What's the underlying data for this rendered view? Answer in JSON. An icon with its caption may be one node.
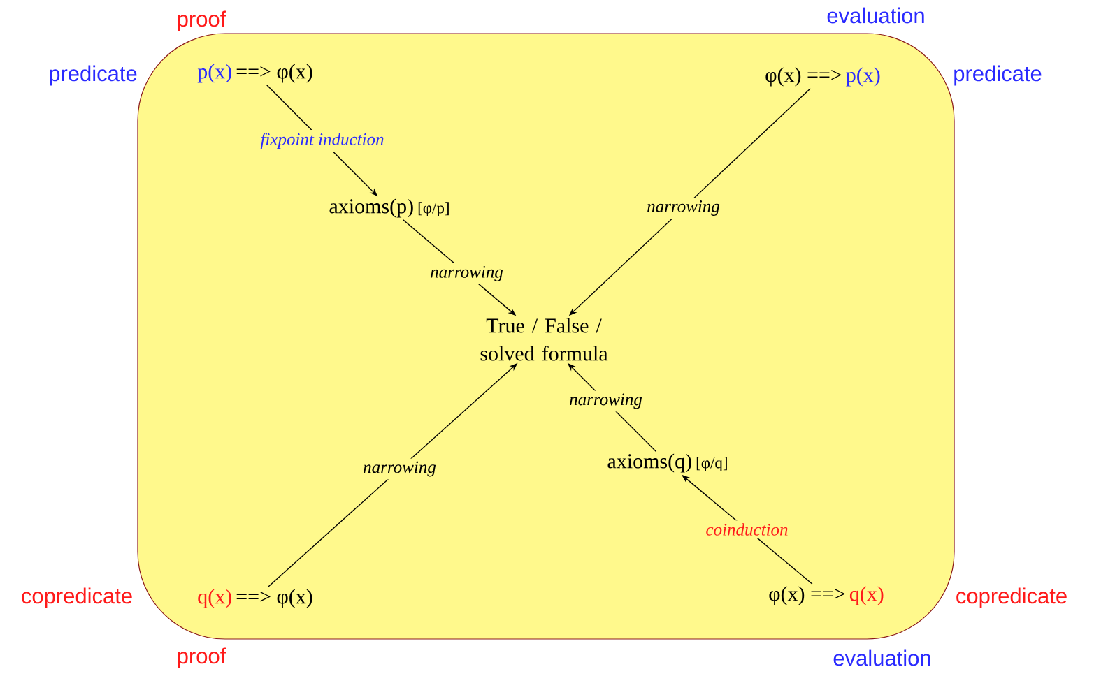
{
  "diagram": {
    "nodes": [
      {
        "text": [],
        "shape": "box"
      },
      {
        "text": [
          "p(x)",
          "==> φ(x)"
        ],
        "in": 0
      },
      {
        "text": [
          "φ(x)  ==>",
          "p(x)"
        ],
        "in": 0
      },
      {
        "text": [
          "axioms(p)",
          "[φ/p]"
        ],
        "in": 0
      },
      {
        "text": [
          "True / False / solved formula"
        ],
        "in": 0
      },
      {
        "text": [
          "axioms(q)",
          "[φ/q]"
        ],
        "in": 0
      },
      {
        "text": [
          "q(x)",
          "==> φ(x)"
        ],
        "in": 0
      },
      {
        "text": [
          "φ(x)  ==>",
          "q(x)"
        ],
        "in": 0
      }
    ],
    "edges": [
      {
        "from": 1,
        "to": 3,
        "arrow": "to",
        "label": "fixpoint induction"
      },
      {
        "from": 3,
        "to": 4,
        "arrow": "to",
        "label": "narrowing"
      },
      {
        "from": 2,
        "to": 4,
        "arrow": "to",
        "label": "narrowing"
      },
      {
        "from": 6,
        "to": 4,
        "arrow": "to",
        "label": "narrowing"
      },
      {
        "from": 5,
        "to": 4,
        "arrow": "to",
        "label": "narrowing"
      },
      {
        "from": 7,
        "to": 5,
        "arrow": "to",
        "label": "coinduction"
      }
    ],
    "labels": [
      "proof",
      "evaluation",
      "predicate",
      "predicate",
      "copredicate",
      "copredicate",
      "proof",
      "evaluation"
    ]
  }
}
